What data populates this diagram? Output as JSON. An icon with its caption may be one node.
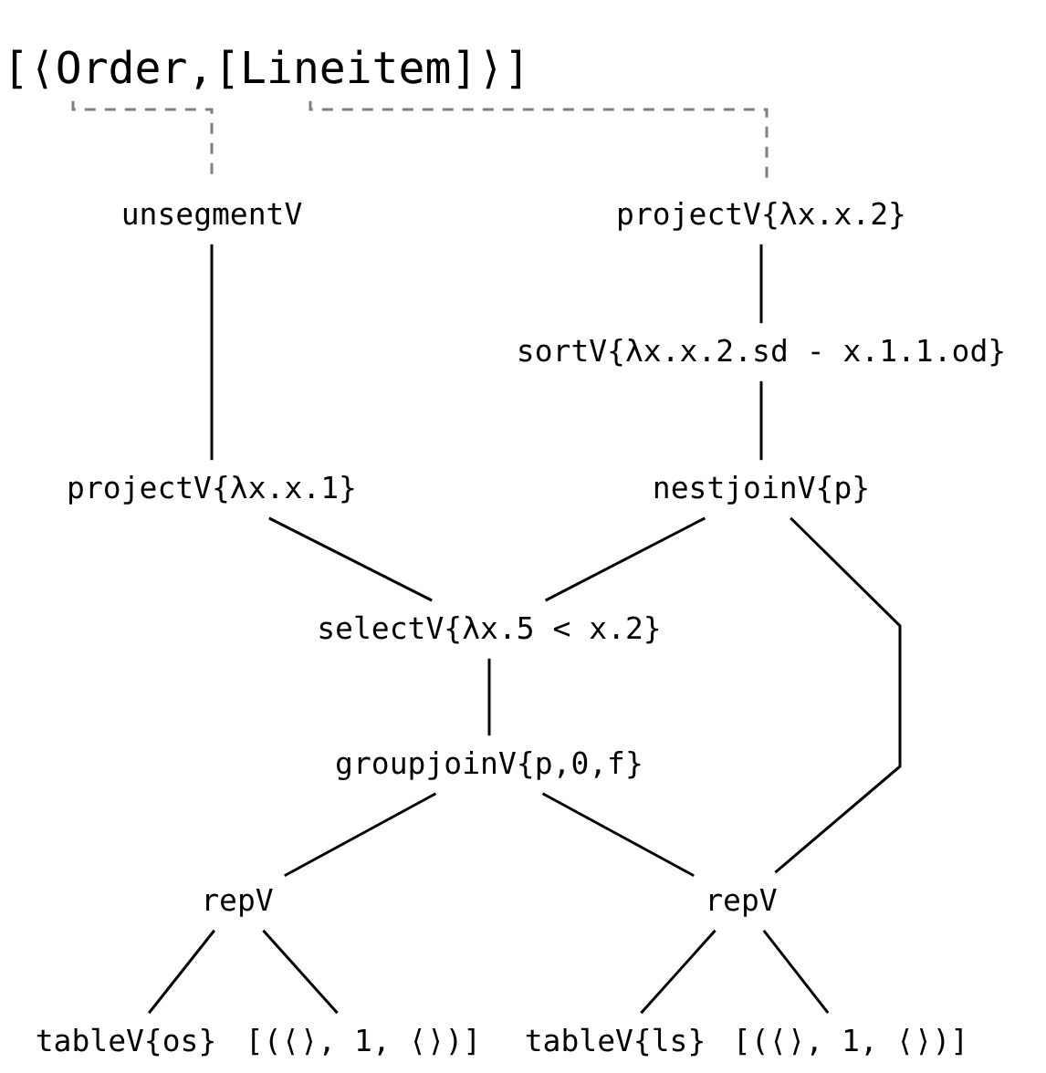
{
  "diagram": {
    "nodes": [
      {
        "text": [
          "[⟨Order,[Lineitem]⟩]"
        ]
      },
      {
        "text": [
          "unsegmentV"
        ]
      },
      {
        "text": [
          "projectV{λx.x.2}"
        ]
      },
      {
        "text": [
          "sortV{λx.x.2.sd - x.1.1.od}"
        ]
      },
      {
        "text": [
          "projectV{λx.x.1}"
        ]
      },
      {
        "text": [
          "nestjoinV{p}"
        ]
      },
      {
        "text": [
          "selectV{λx.5 < x.2}"
        ]
      },
      {
        "text": [
          "groupjoinV{p,0,f}"
        ]
      },
      {
        "text": [
          "repV"
        ]
      },
      {
        "text": [
          "repV"
        ]
      },
      {
        "text": [
          "tableV{os}"
        ]
      },
      {
        "text": [
          "[(⟨⟩, 1, ⟨⟩)]"
        ]
      },
      {
        "text": [
          "tableV{ls}"
        ]
      },
      {
        "text": [
          "[(⟨⟩, 1, ⟨⟩)]"
        ]
      }
    ],
    "edges": [
      {
        "from": 0,
        "to": 1,
        "arrow": "none",
        "style": "dashed",
        "color": "#808080"
      },
      {
        "from": 0,
        "to": 2,
        "arrow": "none",
        "style": "dashed",
        "color": "#808080"
      },
      {
        "from": 1,
        "to": 4,
        "arrow": "none"
      },
      {
        "from": 2,
        "to": 3,
        "arrow": "none"
      },
      {
        "from": 3,
        "to": 5,
        "arrow": "none"
      },
      {
        "from": 4,
        "to": 6,
        "arrow": "none"
      },
      {
        "from": 5,
        "to": 6,
        "arrow": "none"
      },
      {
        "from": 5,
        "to": 9,
        "arrow": "none"
      },
      {
        "from": 6,
        "to": 7,
        "arrow": "none"
      },
      {
        "from": 7,
        "to": 8,
        "arrow": "none"
      },
      {
        "from": 7,
        "to": 9,
        "arrow": "none"
      },
      {
        "from": 8,
        "to": 10,
        "arrow": "none"
      },
      {
        "from": 8,
        "to": 11,
        "arrow": "none"
      },
      {
        "from": 9,
        "to": 12,
        "arrow": "none"
      },
      {
        "from": 9,
        "to": 13,
        "arrow": "none"
      }
    ]
  }
}
